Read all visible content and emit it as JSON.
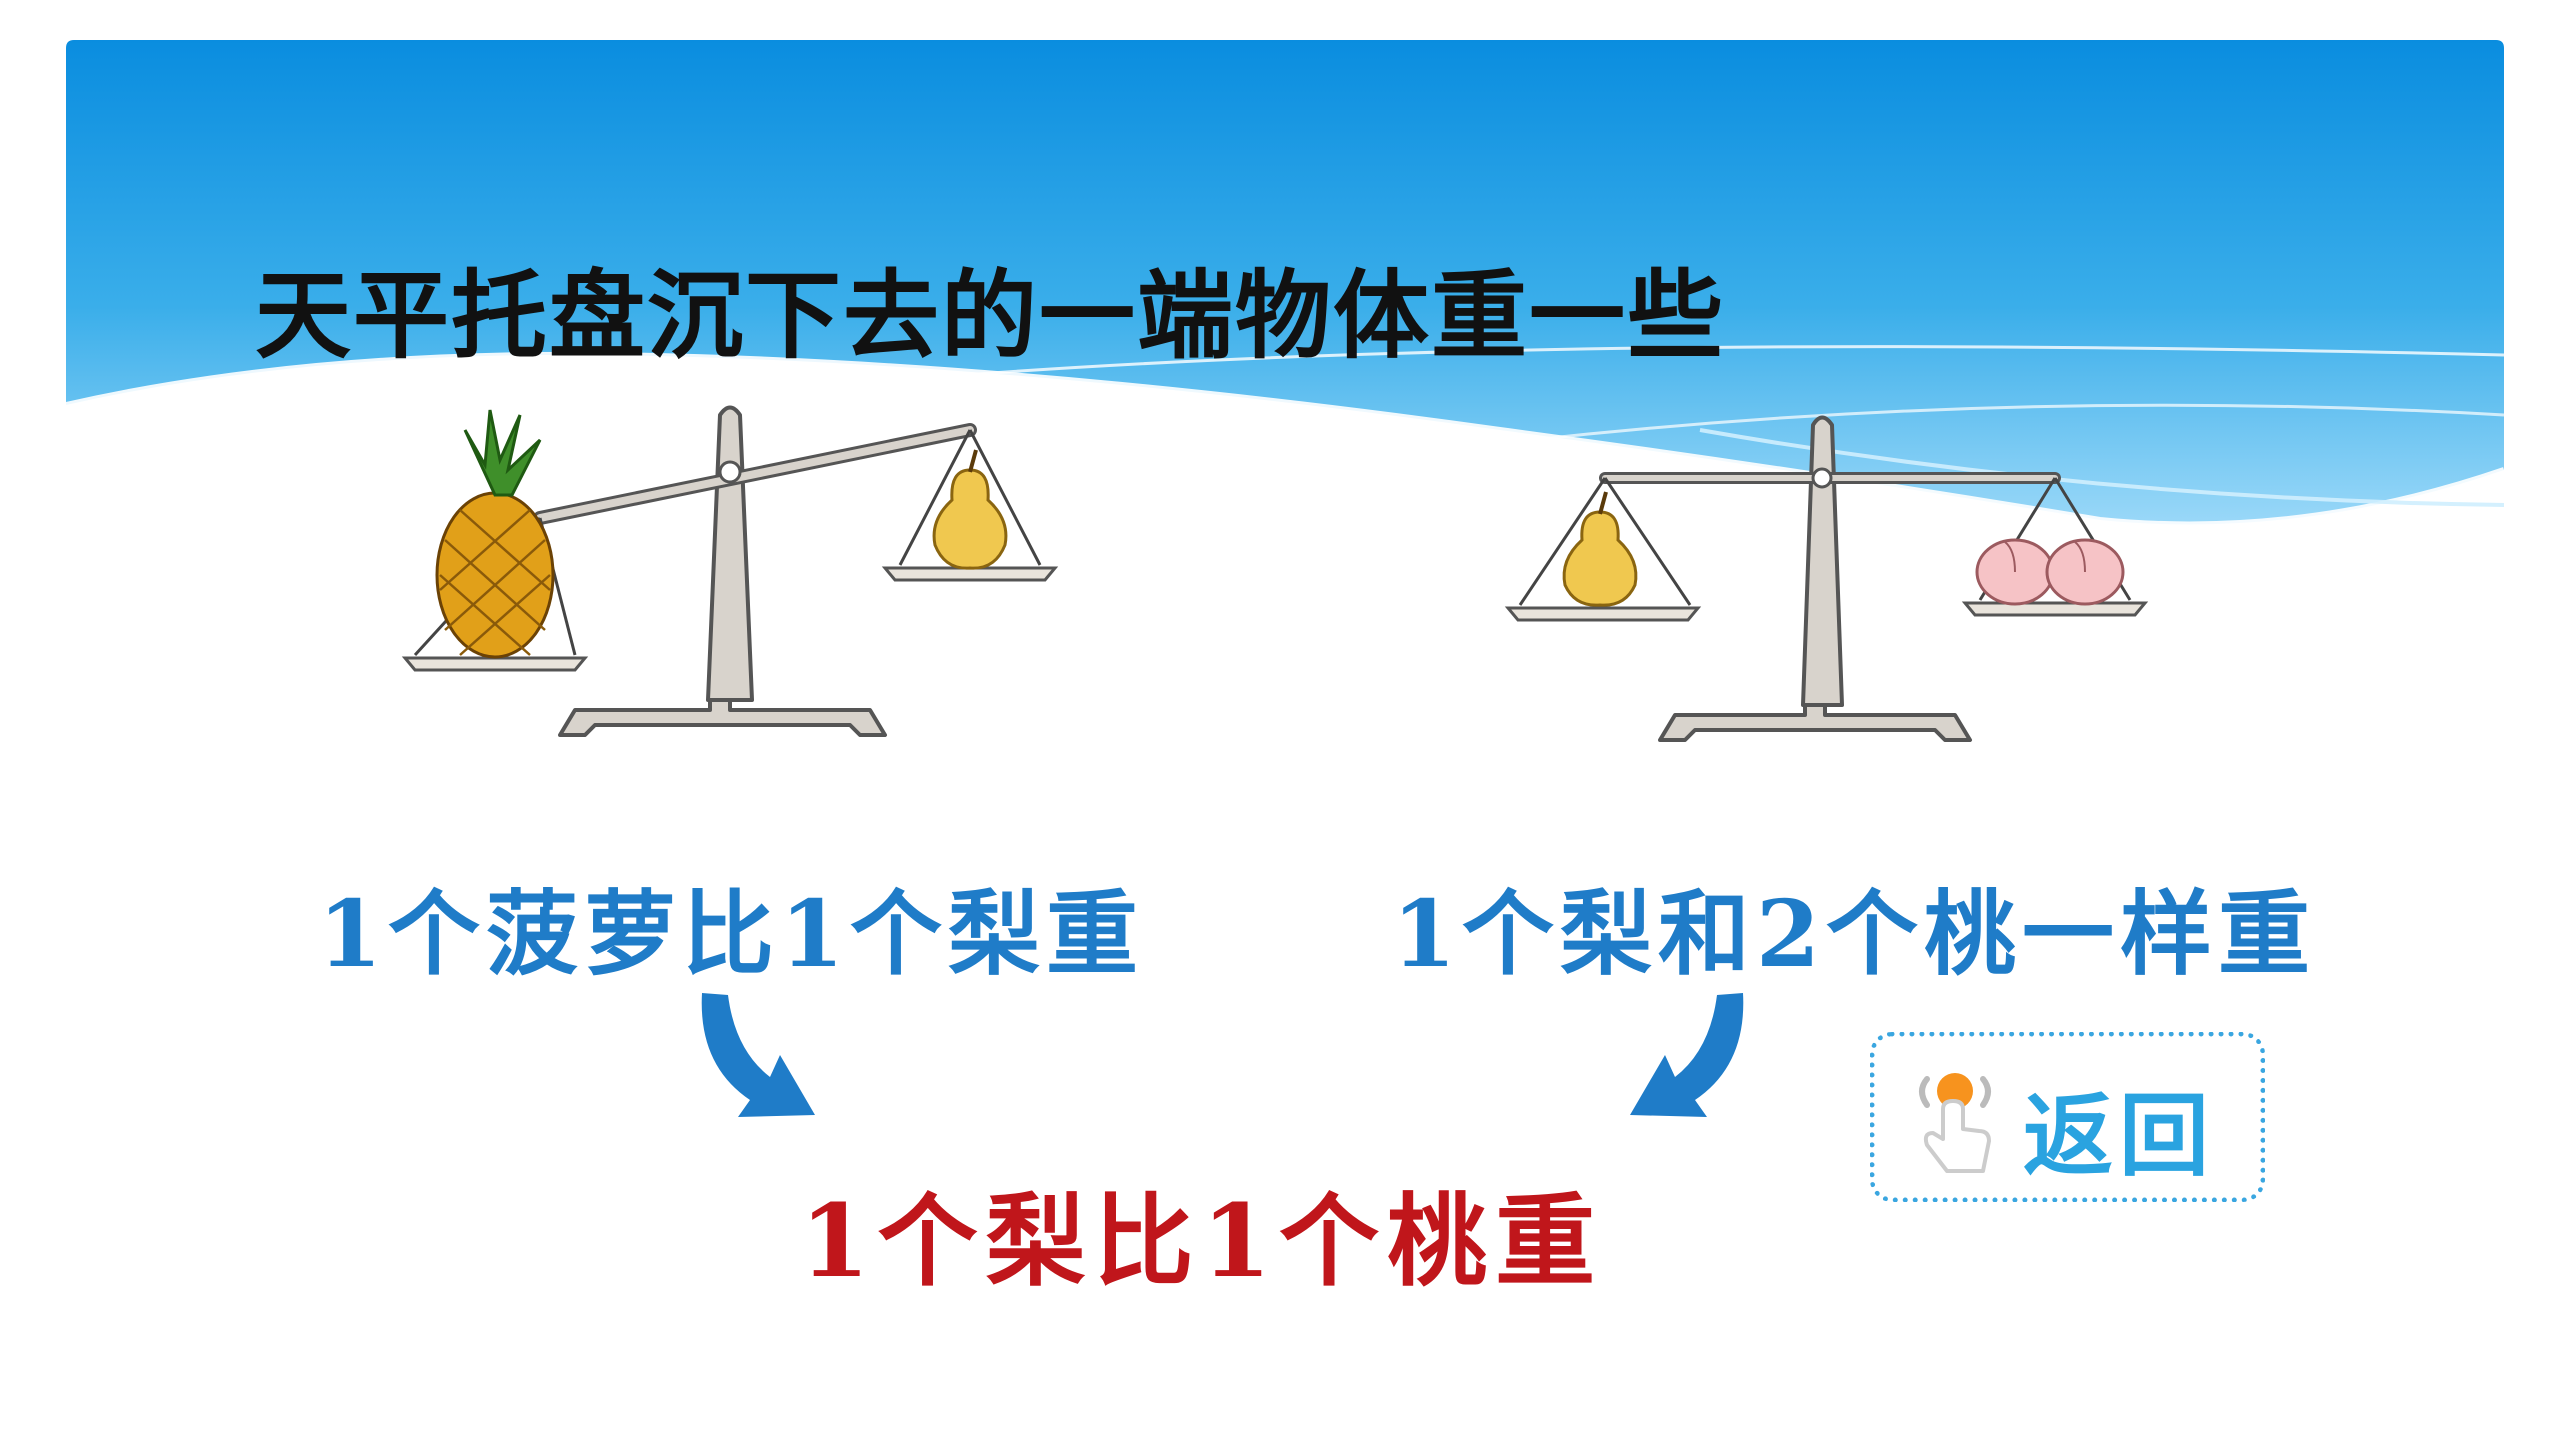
{
  "slide": {
    "title": "天平托盘沉下去的一端物体重一些",
    "left_statement": "1个菠萝比1个梨重",
    "right_statement": "1个梨和2个桃一样重",
    "conclusion": "1个梨比1个桃重",
    "back_button": {
      "label": "返回",
      "icon": "hand-pointer-icon"
    },
    "scales": [
      {
        "left_pan": "pineapple-icon",
        "right_pan": "pear-icon",
        "heavier": "left"
      },
      {
        "left_pan": "pear-icon",
        "right_pan": "peach-icon",
        "heavier": "balanced"
      }
    ]
  },
  "colors": {
    "header_top": "#0b8fe0",
    "header_bottom": "#8fd3f7",
    "title": "#111111",
    "statement": "#1f7cc8",
    "conclusion": "#c0161b",
    "back_label": "#2aa3e0",
    "back_border": "#3aa6e0"
  }
}
